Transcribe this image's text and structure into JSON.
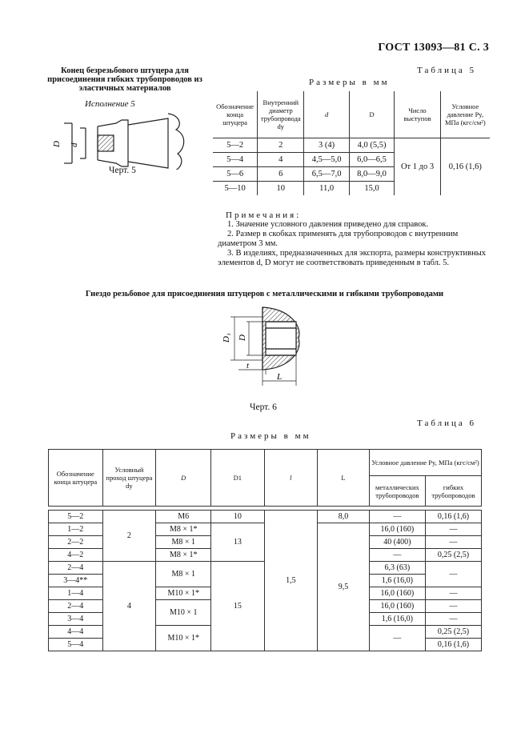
{
  "header": "ГОСТ 13093—81 С. 3",
  "section5": {
    "title": "Конец безрезьбового штуцера для присоединения гибких трубопроводов из эластичных материалов",
    "execution": "Исполнение 5",
    "figure_caption": "Черт. 5",
    "dim_D": "D",
    "dim_d": "d"
  },
  "table5": {
    "title": "Таблица 5",
    "units": "Размеры в мм",
    "headers": {
      "designation": "Обозначение конца штуцера",
      "inner_diam": "Внутренний диаметр трубопровода dy",
      "d": "d",
      "D": "D",
      "ridges": "Число выступов",
      "pressure": "Условное давление Py, МПа (кгс/см²)"
    },
    "rows": [
      {
        "designation": "5—2",
        "inner": "2",
        "d": "3 (4)",
        "D": "4,0 (5,5)"
      },
      {
        "designation": "5—4",
        "inner": "4",
        "d": "4,5—5,0",
        "D": "6,0—6,5"
      },
      {
        "designation": "5—6",
        "inner": "6",
        "d": "6,5—7,0",
        "D": "8,0—9,0"
      },
      {
        "designation": "5—10",
        "inner": "10",
        "d": "11,0",
        "D": "15,0"
      }
    ],
    "ridges_value": "От 1 до 3",
    "pressure_value": "0,16 (1,6)"
  },
  "notes": {
    "heading": "Примечания:",
    "items": [
      "1. Значение условного давления приведено для справок.",
      "2. Размер в скобках применять для трубопроводов с внутренним диаметром 3 мм.",
      "3. В изделиях, предназначенных для экспорта, размеры конструктивных элементов d, D могут не соответствовать приведенным в табл. 5."
    ]
  },
  "section6": {
    "title": "Гнездо резьбовое для присоединения штуцеров с металлическими и гибкими трубопроводами",
    "figure_caption": "Черт. 6",
    "dim_D1": "D₁",
    "dim_D": "D",
    "dim_t": "t",
    "dim_L": "L"
  },
  "table6": {
    "title": "Таблица 6",
    "units": "Размеры в мм",
    "headers": {
      "designation": "Обозначение конца штуцера",
      "passage": "Условный проход штуцера dy",
      "D": "D",
      "D1": "D1",
      "l": "l",
      "L": "L",
      "pressure": "Условное давление Py, МПа (кгс/см²)",
      "metal": "металлических трубопроводов",
      "flex": "гибких трубопроводов"
    },
    "rows": [
      {
        "designation": "5—2",
        "metal": "—",
        "flex": "0,16 (1,6)"
      },
      {
        "designation": "1—2",
        "metal": "16,0 (160)",
        "flex": "—"
      },
      {
        "designation": "2—2",
        "metal": "40 (400)",
        "flex": "—"
      },
      {
        "designation": "4—2",
        "metal": "—",
        "flex": "0,25 (2,5)"
      },
      {
        "designation": "2—4",
        "metal": "6,3 (63)",
        "flex": ""
      },
      {
        "designation": "3—4**",
        "metal": "1,6 (16,0)",
        "flex": "—"
      },
      {
        "designation": "1—4",
        "metal": "16,0 (160)",
        "flex": "—"
      },
      {
        "designation": "2—4",
        "metal": "16,0 (160)",
        "flex": "—"
      },
      {
        "designation": "3—4",
        "metal": "1,6 (16,0)",
        "flex": "—"
      },
      {
        "designation": "4—4",
        "metal": "—",
        "flex": "0,25 (2,5)"
      },
      {
        "designation": "5—4",
        "metal": "",
        "flex": "0,16 (1,6)"
      }
    ],
    "dy": [
      "2",
      "4"
    ],
    "D_values": [
      "M6",
      "M8 × 1*",
      "M8 × 1",
      "M8 × 1*",
      "M8 × 1",
      "M10 × 1*",
      "M10 × 1",
      "M10 × 1*"
    ],
    "D1_values": [
      "10",
      "13",
      "15"
    ],
    "l_value": "1,5",
    "L_values": [
      "8,0",
      "9,5"
    ]
  }
}
